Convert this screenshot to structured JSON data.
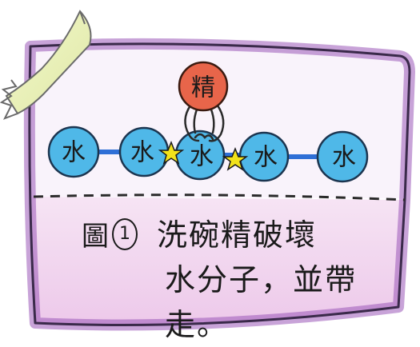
{
  "card": {
    "top_color": "#f7f0fa",
    "bottom_color": "#f2d7ef",
    "border_color": "#3a2a4a",
    "frame_tint": "#9b57b8"
  },
  "molecules": {
    "water_label": "水",
    "water_color": "#4fb8e8",
    "water_count": 5,
    "detergent_label": "精",
    "detergent_color": "#e8654a",
    "bond_color": "#2f6fd6",
    "break_mark_color": "#f2e21a"
  },
  "caption": {
    "figure_prefix": "圖",
    "figure_number": "1",
    "line1": "洗碗精破壞",
    "line2": "水分子，並帶走。"
  },
  "icons": {
    "corner_ribbon": "ribbon-icon",
    "break_star": "star-burst-icon"
  }
}
